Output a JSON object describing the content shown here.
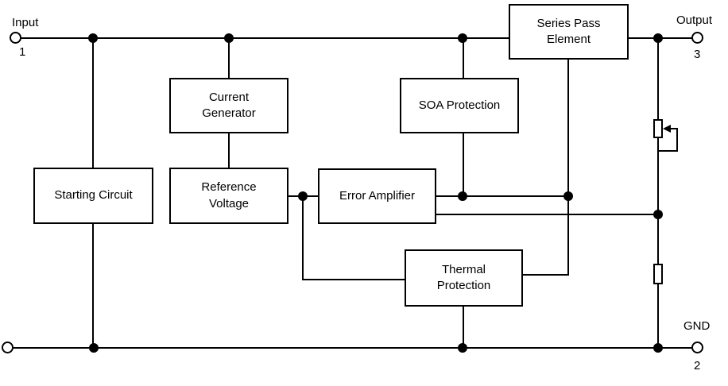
{
  "diagram": {
    "type": "block-diagram",
    "subject": "voltage regulator functional block diagram",
    "colors": {
      "line": "#000000",
      "text": "#000000",
      "background": "#ffffff"
    },
    "blocks": {
      "series_pass": {
        "label": "Series Pass\nElement"
      },
      "current_generator": {
        "label": "Current\nGenerator"
      },
      "soa_protection": {
        "label": "SOA Protection"
      },
      "starting_circuit": {
        "label": "Starting Circuit"
      },
      "reference_voltage": {
        "label": "Reference\nVoltage"
      },
      "error_amplifier": {
        "label": "Error Amplifier"
      },
      "thermal_protection": {
        "label": "Thermal\nProtection"
      }
    },
    "terminals": {
      "input": {
        "label": "Input",
        "pin": "1"
      },
      "output": {
        "label": "Output",
        "pin": "3"
      },
      "gnd": {
        "label": "GND",
        "pin": "2"
      }
    },
    "icons": {
      "junction": "filled-dot",
      "terminal": "open-circle",
      "adjustable_resistor": "rectangle-with-wiper-arrow",
      "fixed_resistor": "rectangle"
    }
  }
}
